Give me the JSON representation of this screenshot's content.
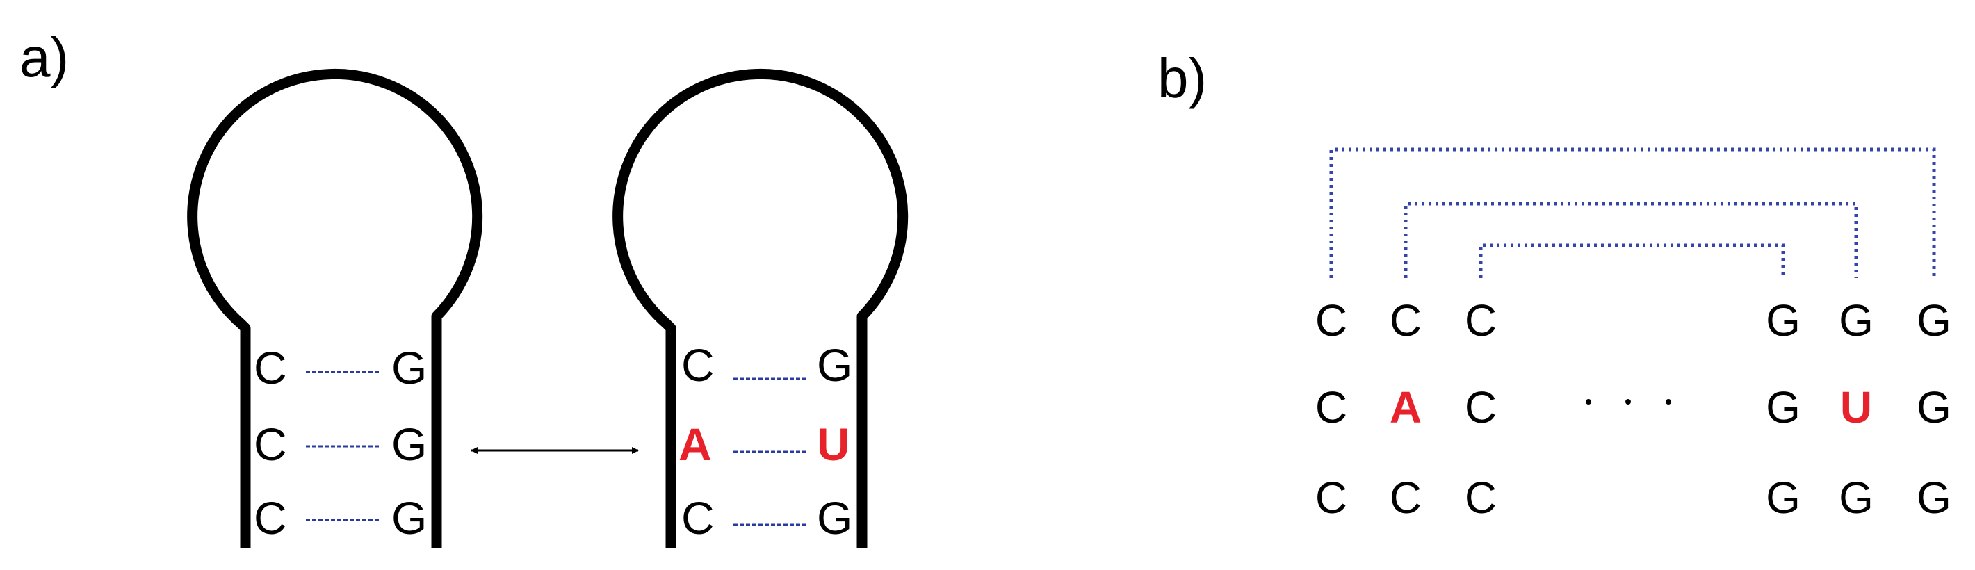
{
  "panel_a": {
    "label": "a)",
    "left_hairpin": {
      "pairs": [
        {
          "left": "C",
          "right": "G"
        },
        {
          "left": "C",
          "right": "G"
        },
        {
          "left": "C",
          "right": "G"
        }
      ]
    },
    "right_hairpin": {
      "pairs": [
        {
          "left": "C",
          "right": "G"
        },
        {
          "left": "A",
          "right": "U"
        },
        {
          "left": "C",
          "right": "G"
        }
      ]
    }
  },
  "panel_b": {
    "label": "b)",
    "left_columns": [
      [
        "C",
        "C",
        "C"
      ],
      [
        "C",
        "A",
        "C"
      ],
      [
        "C",
        "C",
        "C"
      ]
    ],
    "right_columns": [
      [
        "G",
        "G",
        "G"
      ],
      [
        "G",
        "U",
        "G"
      ],
      [
        "G",
        "G",
        "G"
      ]
    ],
    "ellipsis": "· · ·"
  },
  "colors": {
    "mutation": "#e8222a",
    "base": "#000000",
    "pairing_line": "#3344aa",
    "backbone": "#000000"
  }
}
